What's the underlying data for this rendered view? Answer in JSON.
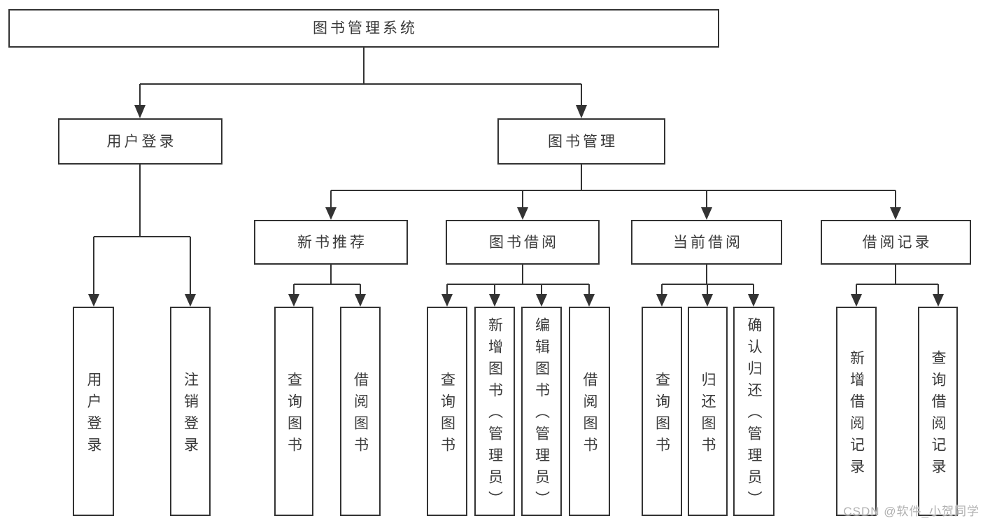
{
  "tree": {
    "label": "图书管理系统",
    "children": [
      {
        "label": "用户登录",
        "children": [
          {
            "label": "用户登录"
          },
          {
            "label": "注销登录"
          }
        ]
      },
      {
        "label": "图书管理",
        "children": [
          {
            "label": "新书推荐",
            "children": [
              {
                "label": "查询图书"
              },
              {
                "label": "借阅图书"
              }
            ]
          },
          {
            "label": "图书借阅",
            "children": [
              {
                "label": "查询图书"
              },
              {
                "label": "新增图书（管理员）"
              },
              {
                "label": "编辑图书（管理员）"
              },
              {
                "label": "借阅图书"
              }
            ]
          },
          {
            "label": "当前借阅",
            "children": [
              {
                "label": "查询图书"
              },
              {
                "label": "归还图书"
              },
              {
                "label": "确认归还（管理员）"
              }
            ]
          },
          {
            "label": "借阅记录",
            "children": [
              {
                "label": "新增借阅记录"
              },
              {
                "label": "查询借阅记录"
              }
            ]
          }
        ]
      }
    ]
  },
  "watermark": {
    "text": "CSDN @软件_小贺同学"
  },
  "colors": {
    "line": "#333333",
    "border": "#333333",
    "text": "#3a3a3a",
    "background": "#ffffff",
    "watermark": "#b0b0b0"
  }
}
